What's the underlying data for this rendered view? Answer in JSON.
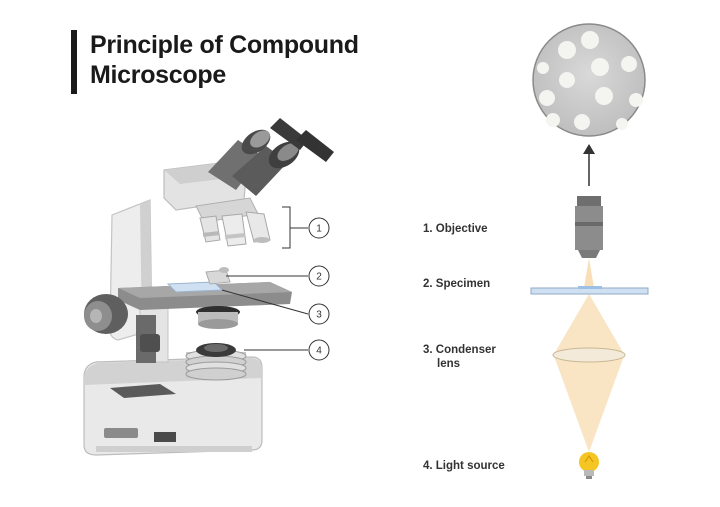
{
  "title": {
    "line1": "Principle of Compound",
    "line2": "Microscope"
  },
  "callouts": [
    "1",
    "2",
    "3",
    "4"
  ],
  "steps": [
    {
      "label": "1. Objective"
    },
    {
      "label": "2. Specimen"
    },
    {
      "label": "3. Condenser",
      "label2": "lens"
    },
    {
      "label": "4. Light source"
    }
  ],
  "colors": {
    "body_light": "#e6e6e6",
    "body_mid": "#bdbdbd",
    "body_dark": "#6f6f6f",
    "eyepiece_dark": "#555555",
    "light_beam": "#f7dcb0",
    "bulb": "#f5c623",
    "slide": "#cfe0f2"
  }
}
